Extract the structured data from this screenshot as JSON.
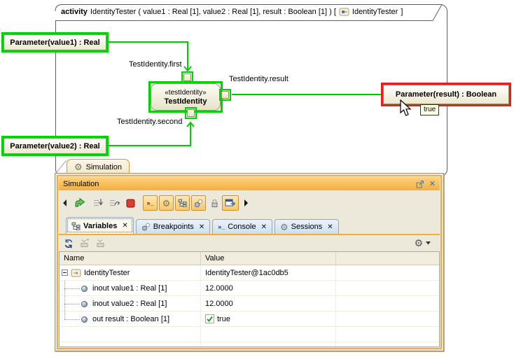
{
  "diagram": {
    "frame_keyword": "activity",
    "frame_signature": "IdentityTester ( value1 : Real [1], value2 : Real [1], result : Boolean [1] ) [",
    "frame_diagram_name": "IdentityTester",
    "frame_bracket_close": "]",
    "param_value1": "Parameter(value1) : Real",
    "param_value2": "Parameter(value2) : Real",
    "param_result": "Parameter(result) : Boolean",
    "action_stereotype": "«testIdentity»",
    "action_name": "TestIdentity",
    "label_first": "TestIdentity.first",
    "label_second": "TestIdentity.second",
    "label_result": "TestIdentity.result",
    "tooltip": "true",
    "colors": {
      "selection_green": "#00d400",
      "selection_red": "#ea1c1c",
      "connector_green": "#00cc00"
    }
  },
  "panel": {
    "window_tab_label": "Simulation",
    "title": "Simulation",
    "close_glyph": "✕",
    "tab_close_glyph": "✕",
    "console_glyph": "»_",
    "toolbar_icons": [
      "collapse-left",
      "resume",
      "step-into",
      "step-over",
      "stop",
      "console-toggle",
      "settings-toggle",
      "variables-toggle",
      "breakpoints-toggle",
      "lock",
      "animation-window-toggle",
      "expand-right"
    ],
    "minibar_icons": [
      "refresh",
      "export-disabled",
      "import-disabled",
      "options-gear",
      "options-dropdown"
    ],
    "tabs": [
      {
        "label": "Variables",
        "icon": "variables-tree-icon",
        "active": true
      },
      {
        "label": "Breakpoints",
        "icon": "breakpoints-icon",
        "active": false
      },
      {
        "label": "Console",
        "icon": "console-icon",
        "active": false
      },
      {
        "label": "Sessions",
        "icon": "sessions-gear-icon",
        "active": false
      }
    ],
    "table": {
      "columns": [
        "Name",
        "Value"
      ],
      "rows": [
        {
          "name": "IdentityTester",
          "value": "IdentityTester@1ac0db5"
        },
        {
          "name": "inout value1 : Real [1]",
          "value": "12.0000"
        },
        {
          "name": "inout value2 : Real [1]",
          "value": "12.0000"
        },
        {
          "name": "out result : Boolean [1]",
          "value": "true",
          "checked": true
        }
      ]
    }
  }
}
